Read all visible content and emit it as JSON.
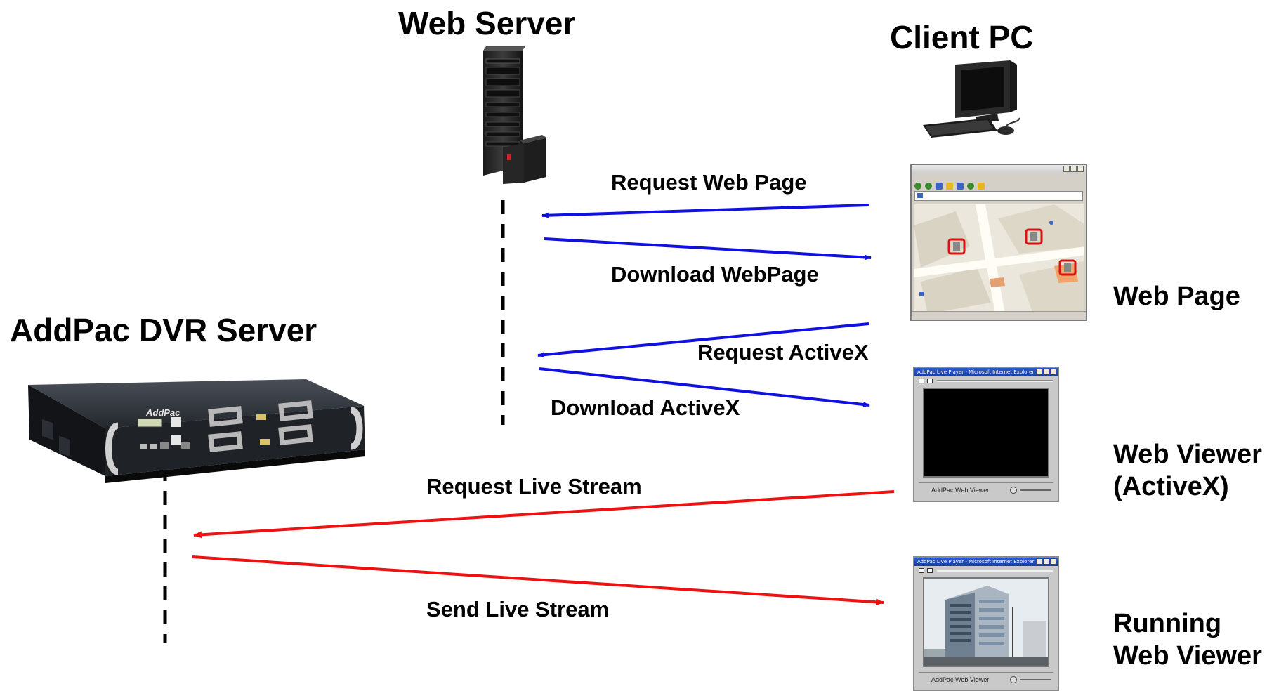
{
  "titles": {
    "web_server": "Web Server",
    "client_pc": "Client PC",
    "dvr_server": "AddPac DVR Server"
  },
  "arrows": {
    "request_web_page": "Request Web Page",
    "download_webpage": "Download WebPage",
    "request_activex": "Request ActiveX",
    "download_activex": "Download ActiveX",
    "request_live_stream": "Request Live Stream",
    "send_live_stream": "Send Live Stream"
  },
  "side_labels": {
    "web_page": "Web Page",
    "web_viewer_line1": "Web Viewer",
    "web_viewer_line2": "(ActiveX)",
    "running_line1": "Running",
    "running_line2": "Web Viewer"
  },
  "player": {
    "window_title": "AddPac Live Player - Microsoft Internet Explorer",
    "footer_text": "AddPac Web Viewer"
  },
  "device": {
    "brand": "AddPac"
  },
  "colors": {
    "http_arrow": "#1010e0",
    "stream_arrow": "#ee1111",
    "dashed_line": "#000000"
  }
}
